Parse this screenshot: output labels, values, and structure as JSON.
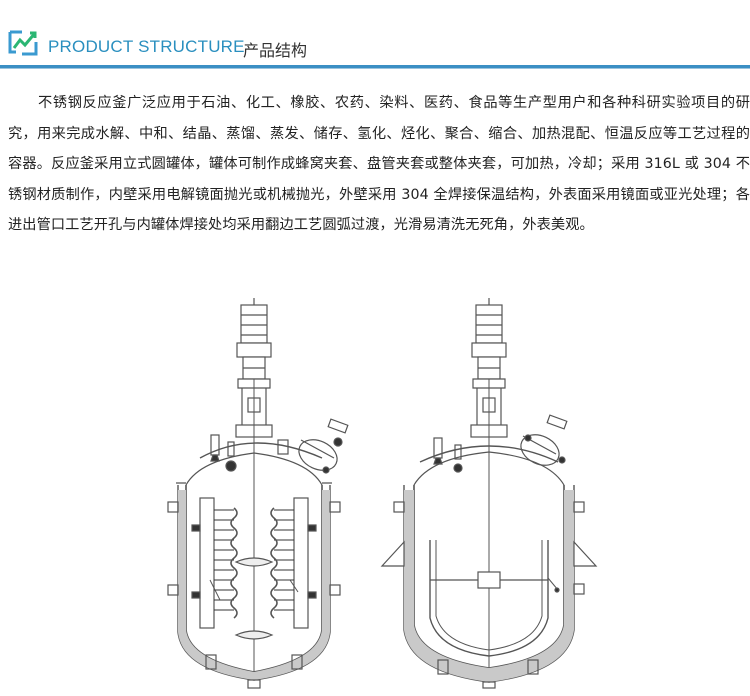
{
  "header": {
    "title_en": "PRODUCT STRUCTURE",
    "title_cn": "产品结构",
    "accent": "#2a8fbf"
  },
  "description": "不锈钢反应釜广泛应用于石油、化工、橡胶、农药、染料、医药、食品等生产型用户和各种科研实验项目的研究，用来完成水解、中和、结晶、蒸馏、蒸发、储存、氢化、烃化、聚合、缩合、加热混配、恒温反应等工艺过程的容器。反应釜采用立式圆罐体，罐体可制作成蜂窝夹套、盘管夹套或整体夹套，可加热，冷却；采用 316L 或 304 不锈钢材质制作，内壁采用电解镜面抛光或机械抛光，外壁采用 304 全焊接保温结构，外表面采用镜面或亚光处理；各进出管口工艺开孔与内罐体焊接处均采用翻边工艺圆弧过渡，光滑易清洗无死角，外表美观。"
}
